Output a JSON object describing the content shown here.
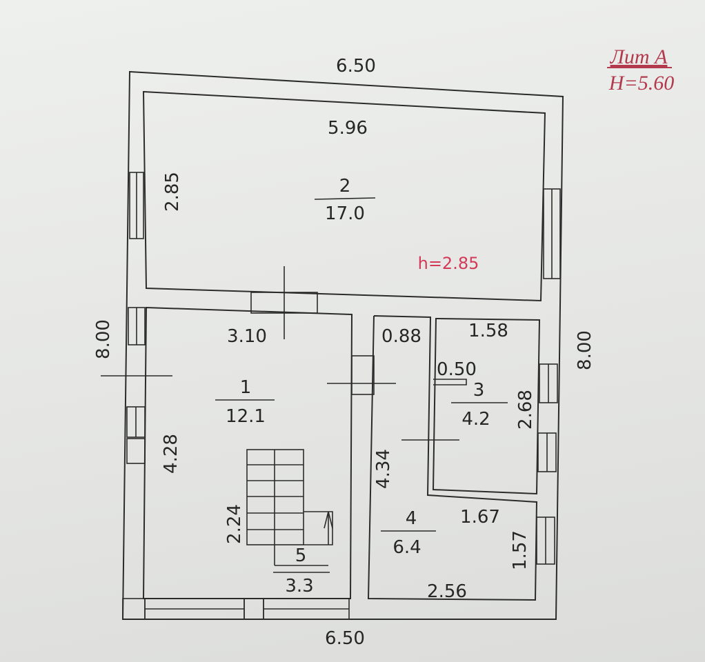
{
  "title_block": {
    "lit": "Лит А",
    "height": "H=5.60"
  },
  "rooms": [
    {
      "number": "1",
      "area": "12.1"
    },
    {
      "number": "2",
      "area": "17.0"
    },
    {
      "number": "3",
      "area": "4.2"
    },
    {
      "number": "4",
      "area": "6.4"
    },
    {
      "number": "5",
      "area": "3.3"
    }
  ],
  "ceiling_height": "h=2.85",
  "dimensions": {
    "top_outer": "6.50",
    "bottom_outer": "6.50",
    "left_outer": "8.00",
    "right_outer": "8.00",
    "room2_width": "5.96",
    "room2_depth": "2.85",
    "room1_width": "3.10",
    "room1_depth": "4.28",
    "corridor_width": "0.88",
    "corridor_length": "4.34",
    "room3_width": "1.58",
    "room3_depth": "2.68",
    "room3_offset": "0.50",
    "room4_width": "1.67",
    "room4_depth": "1.57",
    "room4_bottom": "2.56",
    "stair_length": "2.24"
  }
}
